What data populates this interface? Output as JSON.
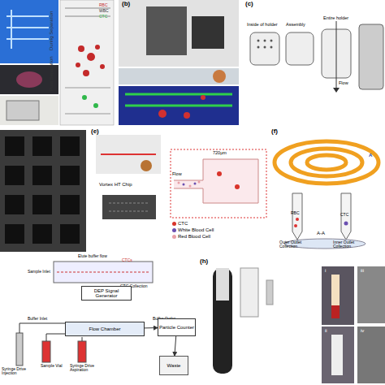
{
  "diagram": {
    "nodes": [
      {
        "text": [
          "DEP Signal Generator"
        ]
      },
      {
        "text": [
          "Flow Chamber"
        ]
      },
      {
        "text": [
          "Particle Counter"
        ]
      },
      {
        "text": [
          "Waste"
        ]
      }
    ],
    "edges": [
      {
        "from": 1,
        "to": 2,
        "arrow": "to"
      },
      {
        "from": 2,
        "to": 3,
        "arrow": "to"
      }
    ],
    "labels": [
      "(b)",
      "(c)",
      "(e)",
      "(f)",
      "(h)",
      "During Separation",
      "Post Separation",
      "Inside of holder",
      "Assembly",
      "Entire holder",
      "Flow",
      "Vortex HT Chip",
      "720μm",
      "Flow",
      "A",
      "A-A",
      "RBC",
      "CTC",
      "Outer Outlet Collection",
      "Inner Outlet Collection",
      "Elute buffer flow",
      "CTCs",
      "Sample Inlet",
      "CTC Collection",
      "Buffer Inlet",
      "Buffer Outlet",
      "Syringe Drive Injection",
      "Sample Vial",
      "Syringe Drive Aspiration",
      "i",
      "ii",
      "iii",
      "iv",
      "RBC",
      "WBC",
      "CTC"
    ],
    "legend": [
      {
        "text": "CTC",
        "color": "#d9342b"
      },
      {
        "text": "White Blood Cell",
        "color": "#6a4fb0"
      },
      {
        "text": "Red Blood Cell",
        "color": "#e8a0a8"
      }
    ]
  }
}
